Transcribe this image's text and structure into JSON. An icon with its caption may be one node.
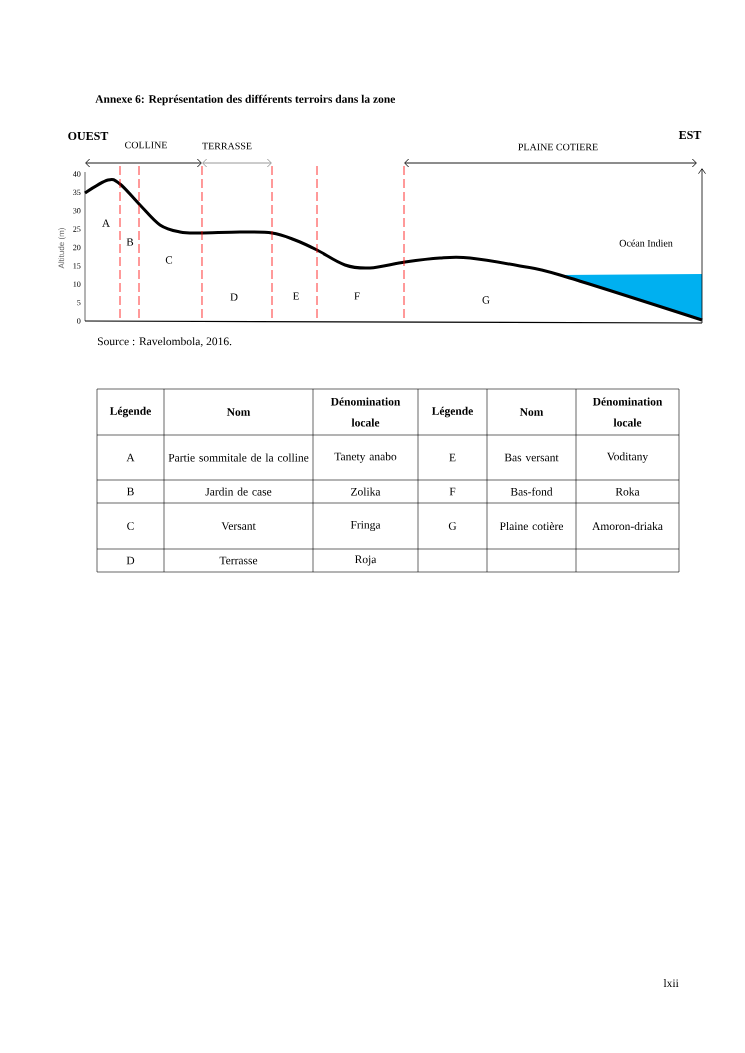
{
  "diagram": {
    "title": "Annexe 6: Représentation des différents terroirs dans la zone",
    "caption": "Source : Ravelombola, 2016.",
    "labels": [
      "OUEST",
      "COLLINE",
      "TERRASSE",
      "PLAINE COTIERE",
      "EST",
      "40",
      "35",
      "30",
      "25",
      "20",
      "15",
      "10",
      "5",
      "0",
      "Altitude (m)",
      "A",
      "B",
      "C",
      "Océan Indien",
      "D",
      "E",
      "F",
      "G",
      "Légende",
      "Nom",
      "Dénomination locale",
      "Légende",
      "Nom",
      "Dénomination locale",
      "A",
      "Partie sommitale de la colline",
      "Tanety anabo",
      "E",
      "Bas versant",
      "Voditany",
      "B",
      "Jardin de case",
      "Zolika",
      "F",
      "Bas-fond",
      "Roka",
      "C",
      "Versant",
      "Fringa",
      "G",
      "Plaine cotière",
      "Amoron-driaka",
      "D",
      "Terrasse",
      "Roja",
      "lxii"
    ]
  }
}
